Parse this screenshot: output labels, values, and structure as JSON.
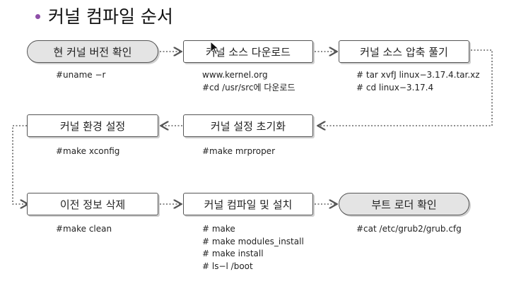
{
  "title": "커널 컴파일 순서",
  "steps": [
    {
      "label": "현 커널 버전 확인",
      "commands": [
        "#uname −r"
      ]
    },
    {
      "label": "커널 소스 다운로드",
      "commands": [
        "www.kernel.org",
        "#cd /usr/src에 다운로드"
      ]
    },
    {
      "label": "커널 소스 압축 풀기",
      "commands": [
        "# tar xvfJ linux−3.17.4.tar.xz",
        "# cd linux−3.17.4"
      ]
    },
    {
      "label": "커널 설정 초기화",
      "commands": [
        "#make mrproper"
      ]
    },
    {
      "label": "커널 환경 설정",
      "commands": [
        "#make xconfig"
      ]
    },
    {
      "label": "이전 정보 삭제",
      "commands": [
        "#make clean"
      ]
    },
    {
      "label": "커널 컴파일 및 설치",
      "commands": [
        "# make",
        "# make modules_install",
        "# make install",
        "# ls−l  /boot"
      ]
    },
    {
      "label": "부트 로더 확인",
      "commands": [
        "#cat  /etc/grub2/grub.cfg"
      ]
    }
  ],
  "colors": {
    "bullet": "#8e4fa8",
    "pill_fill": "#e4e4e4",
    "border": "#555555",
    "connector": "#666666"
  },
  "icons": {
    "bullet": "bullet-dot-icon",
    "cursor": "mouse-pointer-icon"
  }
}
